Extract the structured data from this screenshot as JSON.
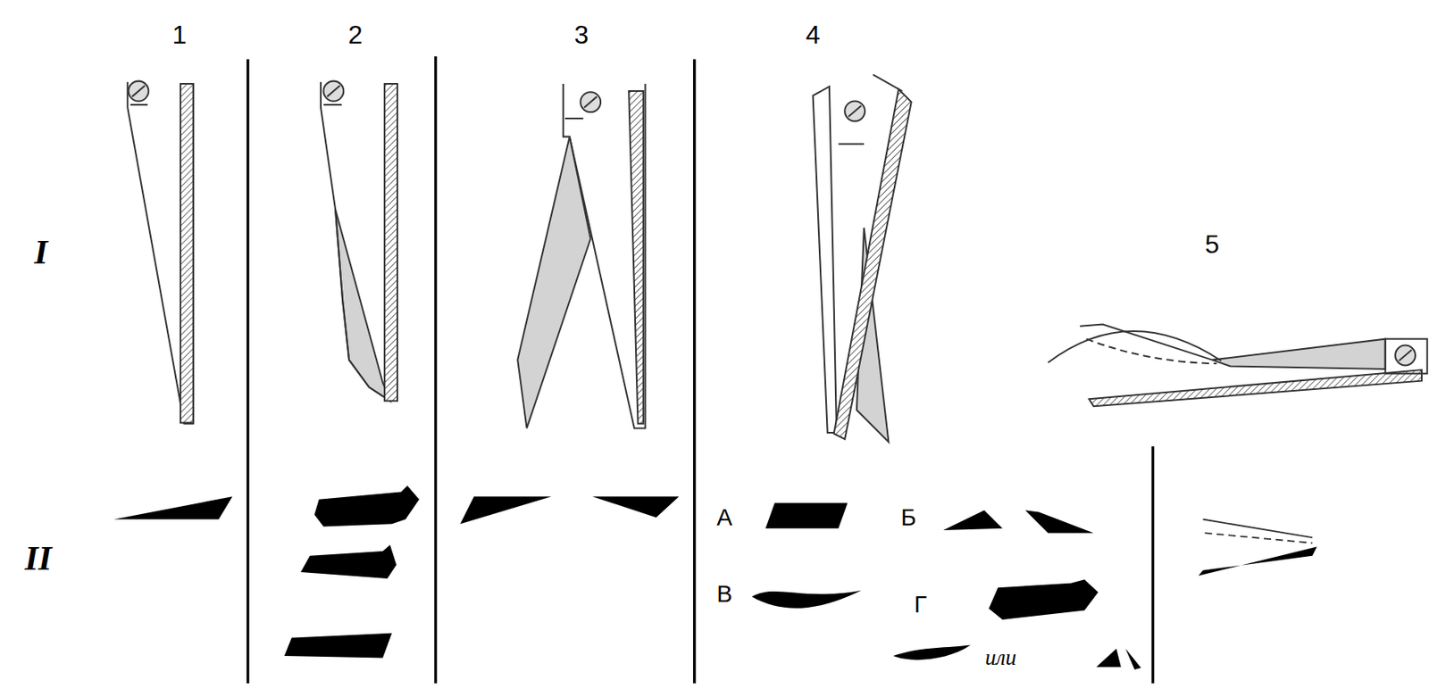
{
  "diagram": {
    "labels": [
      "1",
      "2",
      "3",
      "4",
      "5",
      "I",
      "II",
      "А",
      "Б",
      "В",
      "Г",
      "или"
    ]
  }
}
